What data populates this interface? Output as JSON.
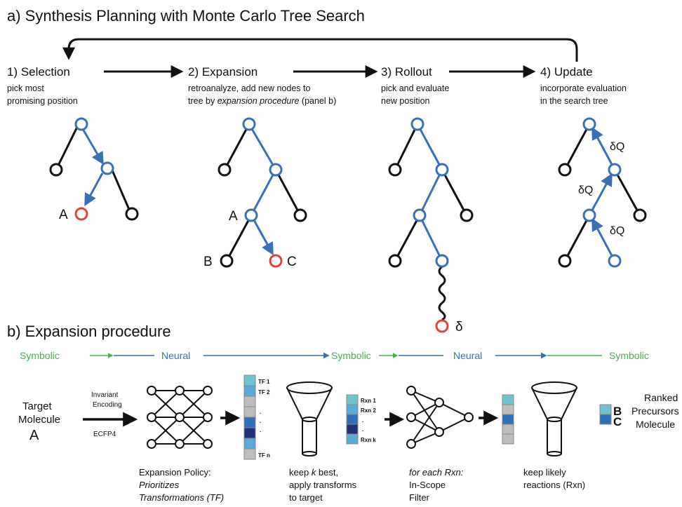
{
  "panel_a": {
    "title": "a) Synthesis Planning with Monte Carlo Tree Search",
    "steps": [
      {
        "title": "1) Selection",
        "desc": [
          "pick most",
          "promising position"
        ]
      },
      {
        "title": "2) Expansion",
        "desc_line1": "retroanalyze, add new nodes to",
        "desc_line2_plain": "tree by ",
        "desc_line2_italic": "expansion procedure",
        "desc_line2_tail": " (panel b)"
      },
      {
        "title": "3) Rollout",
        "desc": [
          "pick and evaluate",
          "new position"
        ]
      },
      {
        "title": "4) Update",
        "desc": [
          "incorporate evaluation",
          "in the search tree"
        ]
      }
    ],
    "node_labels": {
      "selection_a": "A",
      "expansion_a": "A",
      "expansion_b": "B",
      "expansion_c": "C",
      "rollout_delta": "δ"
    },
    "update_labels": [
      "δQ",
      "δQ",
      "δQ"
    ]
  },
  "panel_b": {
    "title": "b) Expansion procedure",
    "bands": [
      "Symbolic",
      "Neural",
      "Symbolic",
      "Neural",
      "Symbolic"
    ],
    "target": {
      "line1": "Target",
      "line2": "Molecule",
      "letter": "A"
    },
    "encoding": {
      "line1": "Invariant",
      "line2": "Encoding",
      "fp": "ECFP4"
    },
    "tf_labels": [
      "TF 1",
      "TF 2",
      ".",
      ".",
      ".",
      "TF n"
    ],
    "rxn_labels": [
      "Rxn 1",
      "Rxn 2",
      ".",
      ".",
      "Rxn k"
    ],
    "result_letters": [
      "B",
      "C"
    ],
    "ranked": [
      "Ranked",
      "Precursors",
      "Molecule"
    ],
    "captions": {
      "policy": {
        "line1": "Expansion Policy:",
        "line2": "Prioritizes",
        "line3": "Transformations (TF)"
      },
      "keep_best": {
        "pre": "keep ",
        "k": "k",
        "post": " best,",
        "line2": "apply transforms",
        "line3": "to target"
      },
      "filter": {
        "line1": "for each Rxn:",
        "line2": "In-Scope",
        "line3": "Filter"
      },
      "keep_likely": {
        "line1": "keep likely",
        "line2": "reactions (Rxn)"
      }
    }
  },
  "colors": {
    "blue": "#3a6fb5",
    "red": "#d9453a",
    "green": "#4caf50",
    "black": "#111111",
    "grey": "#bdbdbd",
    "light_teal": "#6ec3cc",
    "light_blue": "#5aa9d6",
    "mid_blue": "#2f6fb8",
    "navy": "#22307a"
  }
}
